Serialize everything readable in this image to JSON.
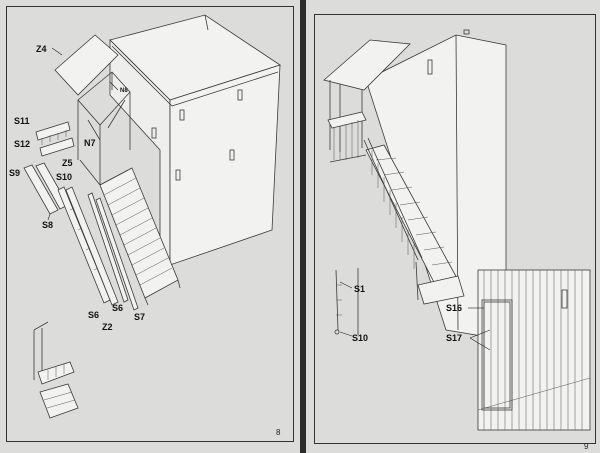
{
  "page_numbers": {
    "left": "8",
    "right": "9"
  },
  "left_labels": {
    "z4": "Z4",
    "n8": "N8",
    "s11": "S11",
    "s12": "S12",
    "n7": "N7",
    "z5": "Z5",
    "s9": "S9",
    "s10": "S10",
    "s8": "S8",
    "s6a": "S6",
    "s6b": "S6",
    "z2": "Z2",
    "s7": "S7"
  },
  "right_labels": {
    "s1": "S1",
    "s10": "S10",
    "s16": "S16",
    "s17": "S17"
  }
}
